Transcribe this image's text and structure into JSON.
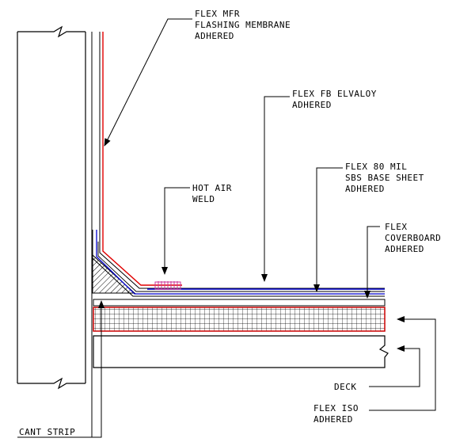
{
  "callouts": {
    "flashing": [
      "FLEX MFR",
      "FLASHING MEMBRANE",
      "ADHERED"
    ],
    "elvaloy": [
      "FLEX FB ELVALOY",
      "ADHERED"
    ],
    "base_sheet": [
      "FLEX 80 MIL",
      "SBS BASE SHEET",
      "ADHERED"
    ],
    "weld": [
      "HOT AIR",
      "WELD"
    ],
    "coverboard": [
      "FLEX",
      "COVERBOARD",
      "ADHERED"
    ],
    "deck": [
      "DECK"
    ],
    "iso": [
      "FLEX ISO",
      "ADHERED"
    ],
    "cant_strip": [
      "CANT STRIP"
    ]
  },
  "colors": {
    "line": "#000000",
    "flashing_membrane": "#e00000",
    "elvaloy_membrane": "#0000cc",
    "weld": "#cc3399",
    "insulation_outline": "#cc0000",
    "hatch": "#000000"
  }
}
